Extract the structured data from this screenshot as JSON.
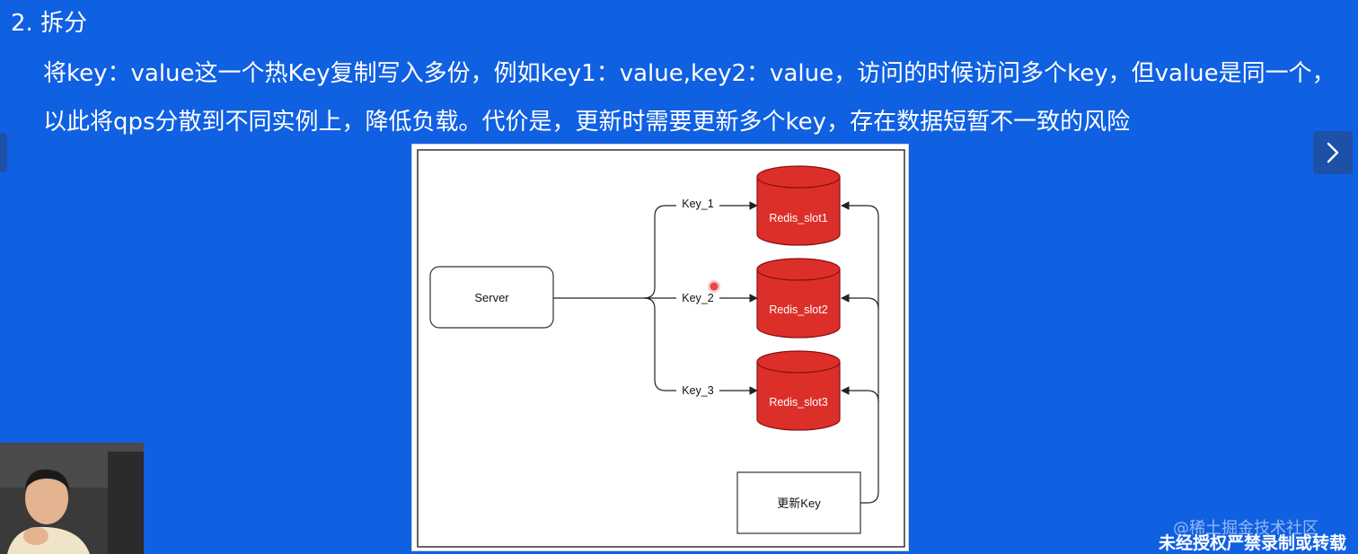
{
  "heading": "2. 拆分",
  "paragraph": {
    "line1": "将key：value这一个热Key复制写入多份，例如key1：value,key2：value，访问的时候访问多个key，但value是同一个，",
    "line2": "以此将qps分散到不同实例上，降低负载。代价是，更新时需要更新多个key，存在数据短暂不一致的风险"
  },
  "diagram": {
    "server": "Server",
    "keys": [
      "Key_1",
      "Key_2",
      "Key_3"
    ],
    "slots": [
      "Redis_slot1",
      "Redis_slot2",
      "Redis_slot3"
    ],
    "updater": "更新Key",
    "colors": {
      "slot_fill": "#dc2f2a",
      "slot_stroke": "#8a1010",
      "line": "#222222"
    }
  },
  "watermarks": {
    "site": "@稀土掘金技术社区",
    "legal": "未经授权严禁录制或转载"
  },
  "icons": {
    "next": "chevron-right-icon"
  },
  "colors": {
    "background": "#1060e2"
  }
}
